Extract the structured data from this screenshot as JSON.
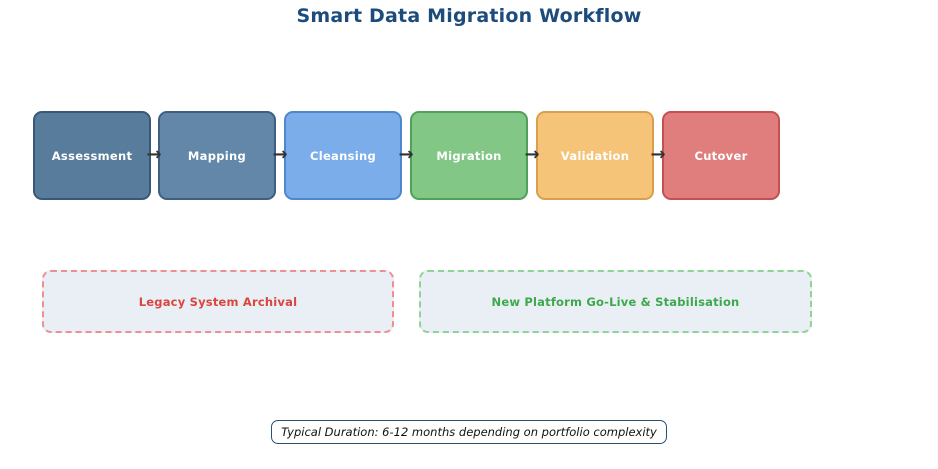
{
  "title": {
    "text": "Smart Data Migration Workflow",
    "color": "#1c4b7c"
  },
  "stages": [
    {
      "label": "Assessment",
      "fill": "#587c9c",
      "border": "#3a5876",
      "text_color": "#ffffff"
    },
    {
      "label": "Mapping",
      "fill": "#6287a9",
      "border": "#3f5e80",
      "text_color": "#ffffff"
    },
    {
      "label": "Cleansing",
      "fill": "#7badea",
      "border": "#4f87cf",
      "text_color": "#ffffff"
    },
    {
      "label": "Migration",
      "fill": "#82c785",
      "border": "#4fa258",
      "text_color": "#ffffff"
    },
    {
      "label": "Validation",
      "fill": "#f5c478",
      "border": "#db9e4e",
      "text_color": "#ffffff"
    },
    {
      "label": "Cutover",
      "fill": "#e07e7e",
      "border": "#c4504f",
      "text_color": "#ffffff"
    }
  ],
  "arrow": {
    "glyph": "→",
    "color": "#333333"
  },
  "parallel_tracks": [
    {
      "label": "Legacy System Archival",
      "fill": "#e9eff5",
      "border": "#ec9090",
      "text_color": "#d9453f"
    },
    {
      "label": "New Platform Go-Live & Stabilisation",
      "fill": "#e9eff5",
      "border": "#8ed494",
      "text_color": "#3da94c"
    }
  ],
  "footnote": {
    "text": "Typical Duration: 6-12 months depending on portfolio complexity",
    "border": "#2d5070",
    "text_color": "#111111"
  }
}
